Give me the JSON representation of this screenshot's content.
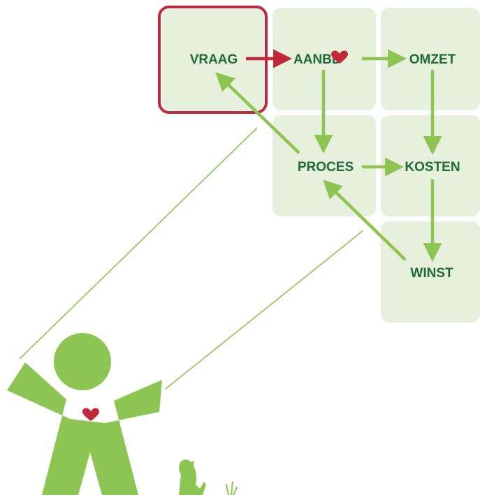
{
  "colors": {
    "tile_fill": "#e6f0dc",
    "highlight_border": "#c3283a",
    "text": "#1f6b35",
    "arrow_green": "#8cc552",
    "arrow_red": "#c3283a",
    "figure_green": "#8cc552",
    "heart": "#c3283a"
  },
  "diagram": {
    "labels": {
      "vraag": "VRAAG",
      "aanbod_pre": "AANB",
      "aanbod_post": "D",
      "omzet": "OMZET",
      "proces": "PROCES",
      "kosten": "KOSTEN",
      "winst": "WINST"
    },
    "highlighted_node": "VRAAG",
    "edges": [
      {
        "from": "VRAAG",
        "to": "AANBOD",
        "color": "red"
      },
      {
        "from": "AANBOD",
        "to": "OMZET",
        "color": "green"
      },
      {
        "from": "AANBOD",
        "to": "PROCES",
        "color": "green"
      },
      {
        "from": "OMZET",
        "to": "KOSTEN",
        "color": "green"
      },
      {
        "from": "PROCES",
        "to": "KOSTEN",
        "color": "green"
      },
      {
        "from": "KOSTEN",
        "to": "WINST",
        "color": "green"
      },
      {
        "from": "WINST",
        "to": "PROCES",
        "color": "green"
      },
      {
        "from": "PROCES",
        "to": "VRAAG",
        "color": "green"
      }
    ]
  },
  "icons": {
    "heart": "heart-icon",
    "person": "person-figure",
    "dog": "dog-icon",
    "grass": "grass-icon"
  }
}
